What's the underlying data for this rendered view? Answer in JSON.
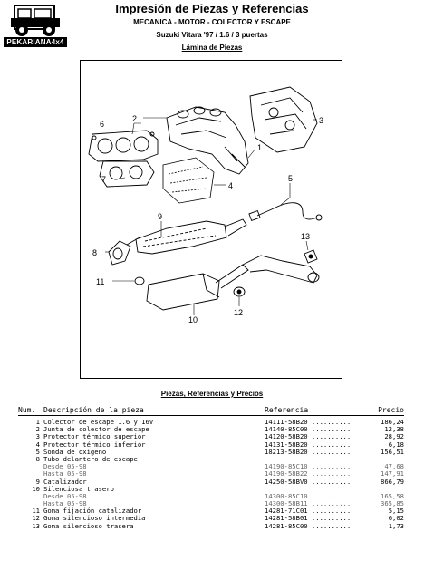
{
  "header": {
    "logo_text": "PEKARIANA4x4",
    "title": "Impresión de Piezas y Referencias",
    "subtitle1": "MECANICA - MOTOR - COLECTOR Y ESCAPE",
    "subtitle2": "Suzuki Vitara '97 / 1.6 / 3 puertas",
    "section_label": "Lámina de Piezas"
  },
  "diagram": {
    "callouts": [
      "1",
      "2",
      "3",
      "4",
      "5",
      "6",
      "7",
      "8",
      "9",
      "10",
      "11",
      "12",
      "13"
    ]
  },
  "parts_section": {
    "title": "Piezas, Referencias y Precios",
    "columns": {
      "num": "Num.",
      "desc": "Descripción de la pieza",
      "ref": "Referencia",
      "price": "Precio"
    }
  },
  "parts": [
    {
      "num": "1",
      "desc": "Colector de escape 1.6 y 16V",
      "ref": "14111-58B20 ..........",
      "price": "186,24",
      "sub": false
    },
    {
      "num": "2",
      "desc": "Junta de colector de escape",
      "ref": "14140-85C00 ..........",
      "price": "12,38",
      "sub": false
    },
    {
      "num": "3",
      "desc": "Protector térmico superior",
      "ref": "14120-58B20 ..........",
      "price": "28,92",
      "sub": false
    },
    {
      "num": "4",
      "desc": "Protector térmico inferior",
      "ref": "14131-58B20 ..........",
      "price": "6,18",
      "sub": false
    },
    {
      "num": "5",
      "desc": "Sonda de oxígeno",
      "ref": "18213-58B20 ..........",
      "price": "156,51",
      "sub": false
    },
    {
      "num": "8",
      "desc": "Tubo delantero de escape",
      "ref": "",
      "price": "",
      "sub": false
    },
    {
      "num": "",
      "desc": "Desde 05-98",
      "ref": "14190-85C10 ..........",
      "price": "47,68",
      "sub": true
    },
    {
      "num": "",
      "desc": "Hasta 05-98",
      "ref": "14190-58B22 ..........",
      "price": "147,91",
      "sub": true
    },
    {
      "num": "9",
      "desc": "Catalizador",
      "ref": "14250-58BV0 ..........",
      "price": "866,79",
      "sub": false
    },
    {
      "num": "10",
      "desc": "Silenciosa trasero",
      "ref": "",
      "price": "",
      "sub": false
    },
    {
      "num": "",
      "desc": "Desde 05-98",
      "ref": "14300-85C10 ..........",
      "price": "165,58",
      "sub": true
    },
    {
      "num": "",
      "desc": "Hasta 05-98",
      "ref": "14300-58B11 ..........",
      "price": "365,85",
      "sub": true
    },
    {
      "num": "11",
      "desc": "Goma fijación catalizador",
      "ref": "14281-71C01 ..........",
      "price": "5,15",
      "sub": false
    },
    {
      "num": "12",
      "desc": "Goma silencioso intermedia",
      "ref": "14281-58B01 ..........",
      "price": "6,02",
      "sub": false
    },
    {
      "num": "13",
      "desc": "Goma silencioso trasera",
      "ref": "14281-85C00 ..........",
      "price": "1,73",
      "sub": false
    }
  ]
}
